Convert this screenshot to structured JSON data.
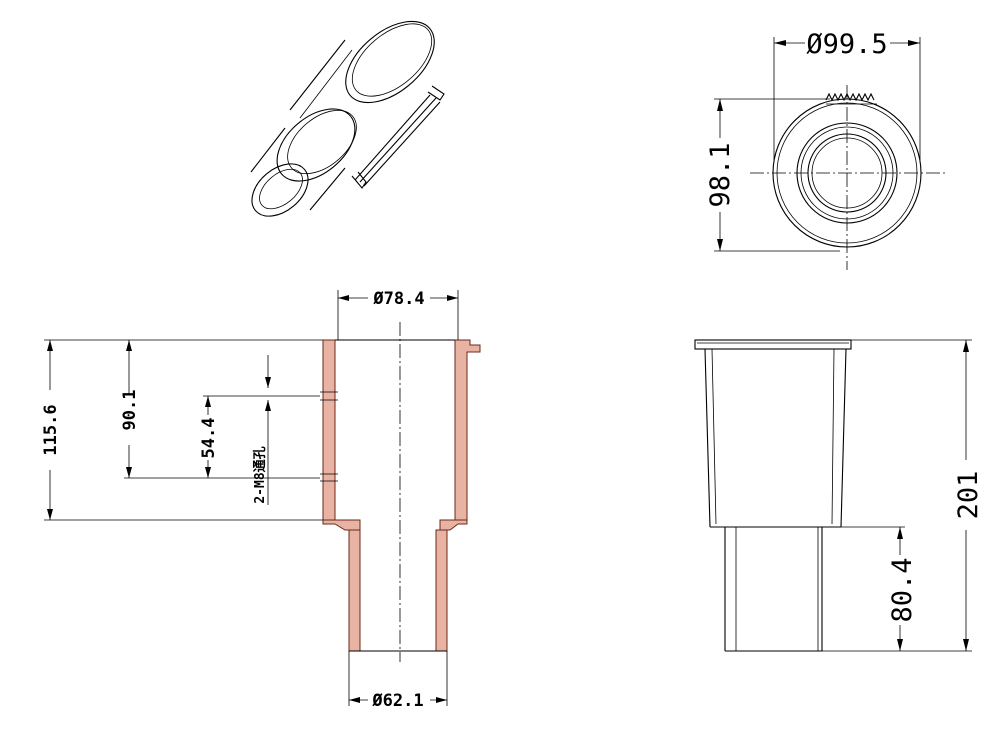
{
  "dimensions": {
    "top_view_outer_diameter": "Ø99.5",
    "top_view_height": "98.1",
    "section_inner_diameter": "Ø78.4",
    "section_outlet_diameter": "Ø62.1",
    "section_total_height": "115.6",
    "section_upper_height": "90.1",
    "section_hole_height": "54.4",
    "side_total_height": "201",
    "side_outlet_length": "80.4"
  },
  "notes": {
    "hole_callout": "2-M8通孔"
  }
}
